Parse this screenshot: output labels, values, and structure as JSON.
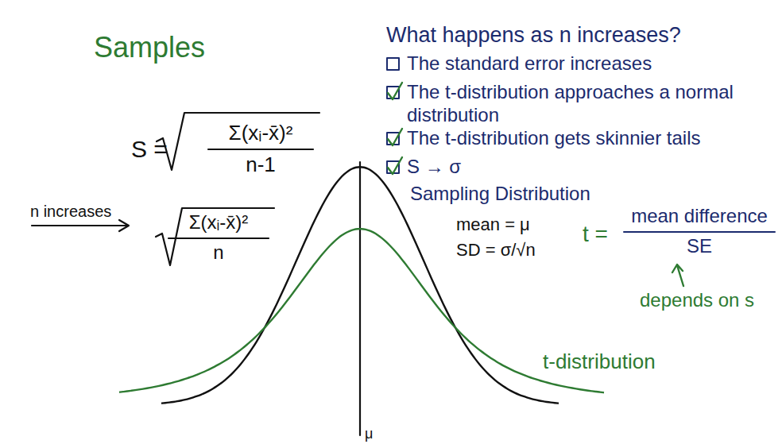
{
  "diagram": {
    "title": "Samples",
    "labels": [
      "S =",
      "Σ(xᵢ-x̄)²",
      "n-1",
      "n increases",
      "Σ(xᵢ-x̄)²",
      "n",
      "What happens as n increases?",
      "The standard error increases",
      "The t-distribution approaches a normal distribution",
      "The t-distribution gets skinnier tails",
      "S → σ",
      "Sampling Distribution",
      "mean = μ",
      "SD = σ/√n",
      "t =",
      "mean difference",
      "SE",
      "depends on s",
      "t-distribution",
      "μ"
    ]
  }
}
